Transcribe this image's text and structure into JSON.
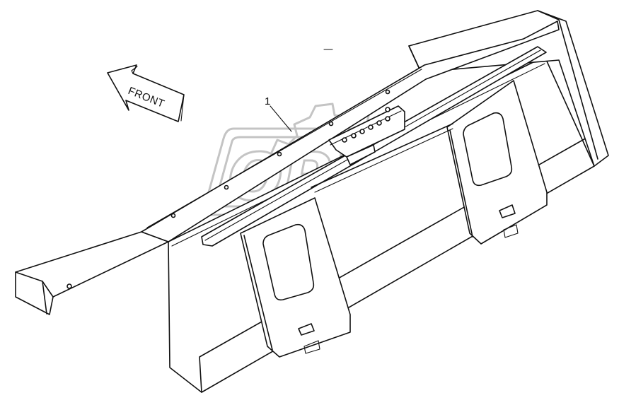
{
  "diagram": {
    "direction_label": "FRONT",
    "callouts": [
      {
        "number": "1"
      }
    ],
    "watermark": "OPEX",
    "colors": {
      "line": "#111111",
      "background": "#ffffff",
      "watermark": "#c4c4c4"
    }
  }
}
